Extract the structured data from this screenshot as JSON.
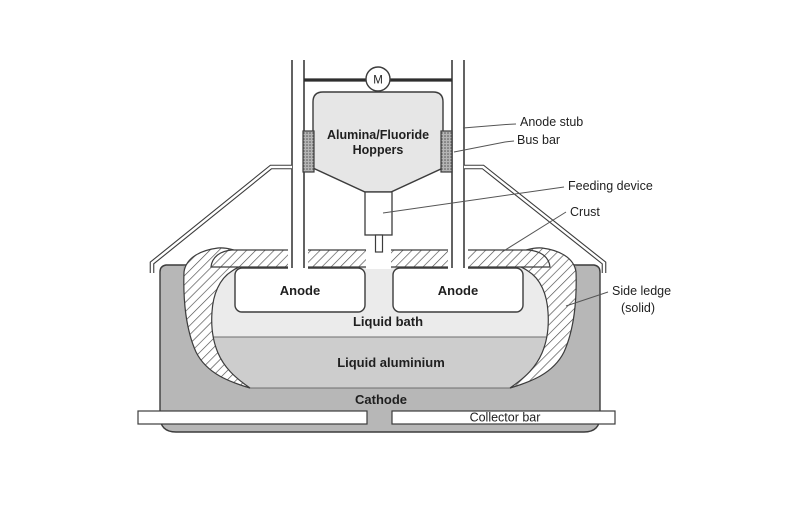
{
  "diagram": {
    "motor": {
      "label": "M"
    },
    "hopper": {
      "line1": "Alumina/Fluoride",
      "line2": "Hoppers"
    },
    "cell": {
      "anode_left": "Anode",
      "anode_right": "Anode",
      "liquid_bath": "Liquid bath",
      "liquid_aluminium": "Liquid aluminium",
      "cathode": "Cathode",
      "collector_bar": "Collector bar"
    },
    "callouts": {
      "anode_stub": "Anode stub",
      "bus_bar": "Bus bar",
      "feeding_device": "Feeding device",
      "crust": "Crust",
      "side_ledge": "Side ledge",
      "side_ledge_note": "(solid)"
    },
    "colors": {
      "outline": "#3c3c3c",
      "pot_shell": "#b7b7b7",
      "liquid_bath": "#ebebeb",
      "liquid_aluminium": "#cdcdcd",
      "hopper_fill": "#e6e6e6",
      "anode_fill": "#ffffff",
      "background": "#ffffff"
    }
  }
}
